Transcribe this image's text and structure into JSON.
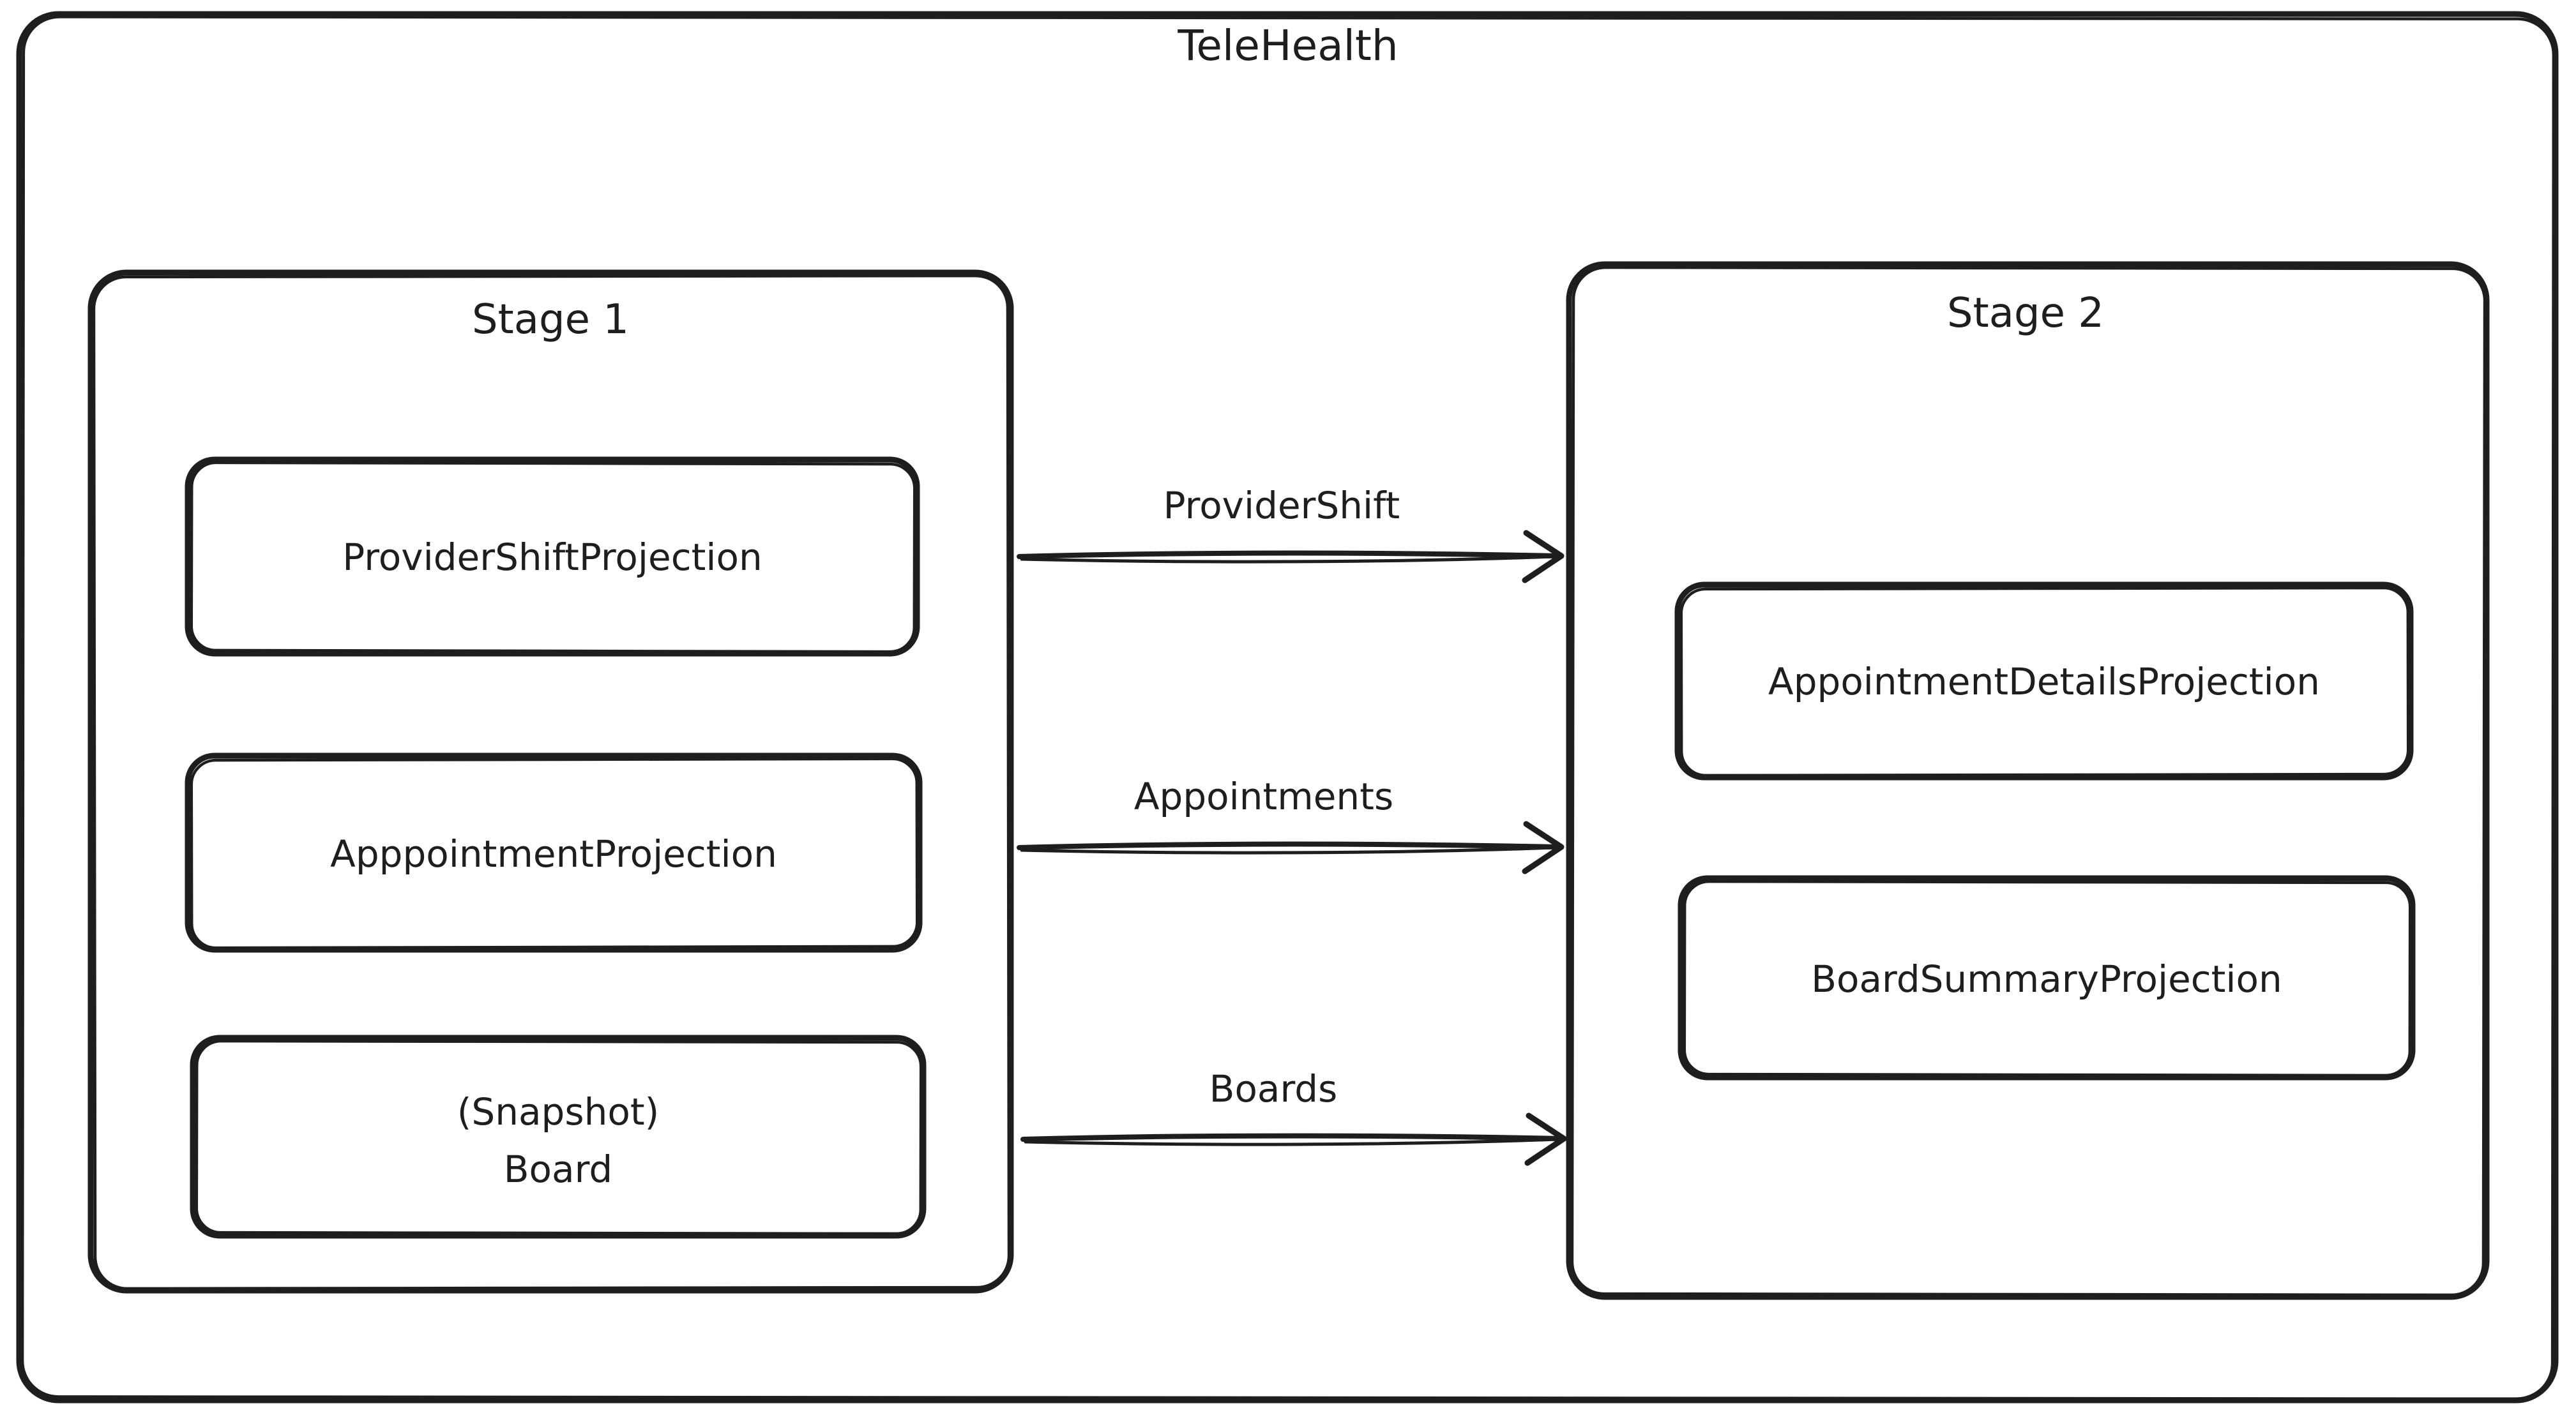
{
  "diagram": {
    "title": "TeleHealth",
    "stages": [
      {
        "label": "Stage 1",
        "nodes": [
          {
            "lines": [
              "ProviderShiftProjection"
            ]
          },
          {
            "lines": [
              "ApppointmentProjection"
            ]
          },
          {
            "lines": [
              "(Snapshot)",
              "Board"
            ]
          }
        ]
      },
      {
        "label": "Stage 2",
        "nodes": [
          {
            "lines": [
              "AppointmentDetailsProjection"
            ]
          },
          {
            "lines": [
              "BoardSummaryProjection"
            ]
          }
        ]
      }
    ],
    "arrows": [
      {
        "label": "ProviderShift",
        "from": "Stage 1",
        "to": "Stage 2"
      },
      {
        "label": "Appointments",
        "from": "Stage 1",
        "to": "Stage 2"
      },
      {
        "label": "Boards",
        "from": "Stage 1",
        "to": "Stage 2"
      }
    ],
    "colors": {
      "stroke": "#1e1e1e",
      "background": "#ffffff"
    }
  }
}
